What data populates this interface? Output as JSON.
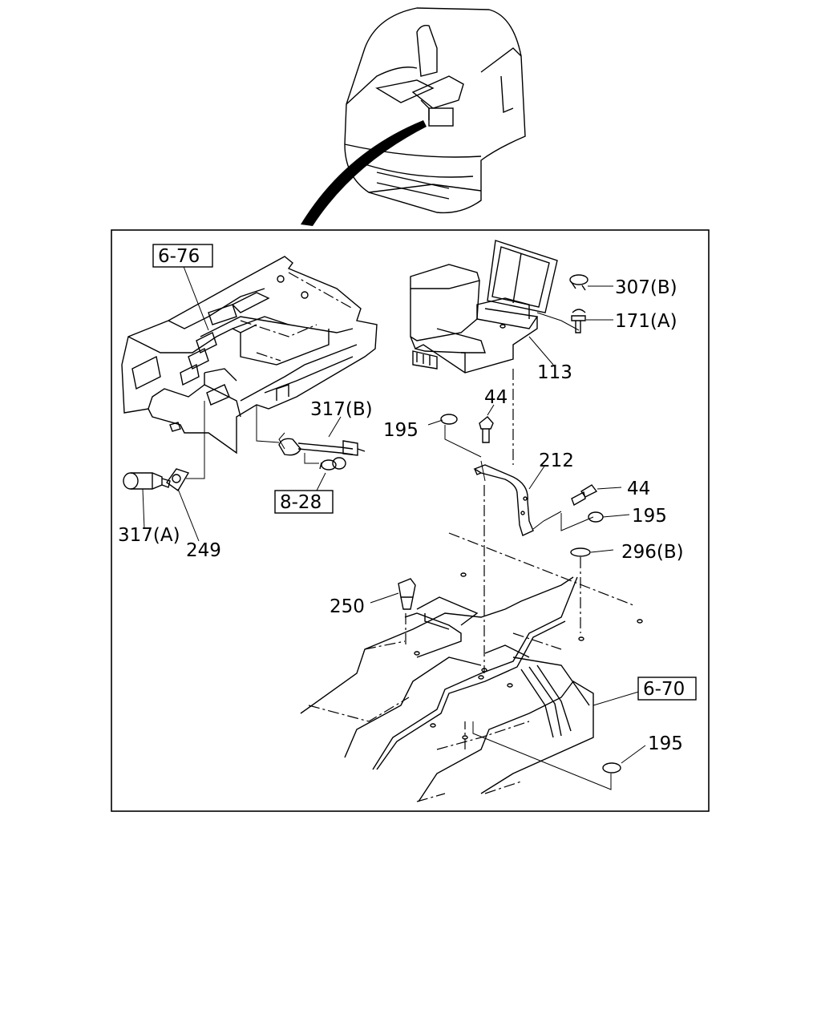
{
  "callouts": {
    "ref_6_76": "6-76",
    "ref_8_28": "8-28",
    "ref_6_70": "6-70",
    "p307b": "307(B)",
    "p171a": "171(A)",
    "p113": "113",
    "p44_top": "44",
    "p195_left": "195",
    "p317b": "317(B)",
    "p212": "212",
    "p44_right": "44",
    "p195_right": "195",
    "p317a": "317(A)",
    "p249": "249",
    "p296b": "296(B)",
    "p250": "250",
    "p195_bottom": "195"
  }
}
